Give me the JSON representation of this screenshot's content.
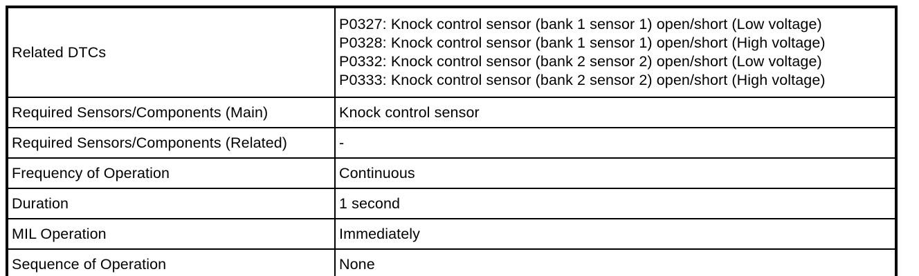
{
  "colors": {
    "border": "#000000",
    "background": "#ffffff",
    "text": "#000000"
  },
  "table": {
    "rows": [
      {
        "label": "Related DTCs",
        "value_lines": [
          "P0327: Knock control sensor (bank 1 sensor 1) open/short (Low voltage)",
          "P0328: Knock control sensor (bank 1 sensor 1) open/short (High voltage)",
          "P0332: Knock control sensor (bank 2 sensor 2) open/short (Low voltage)",
          "P0333: Knock control sensor (bank 2 sensor 2) open/short (High voltage)"
        ]
      },
      {
        "label": "Required Sensors/Components (Main)",
        "value": "Knock control sensor"
      },
      {
        "label": "Required Sensors/Components (Related)",
        "value": "-"
      },
      {
        "label": "Frequency of Operation",
        "value": "Continuous"
      },
      {
        "label": "Duration",
        "value": "1 second"
      },
      {
        "label": "MIL Operation",
        "value": "Immediately"
      },
      {
        "label": "Sequence of Operation",
        "value": "None"
      }
    ]
  }
}
